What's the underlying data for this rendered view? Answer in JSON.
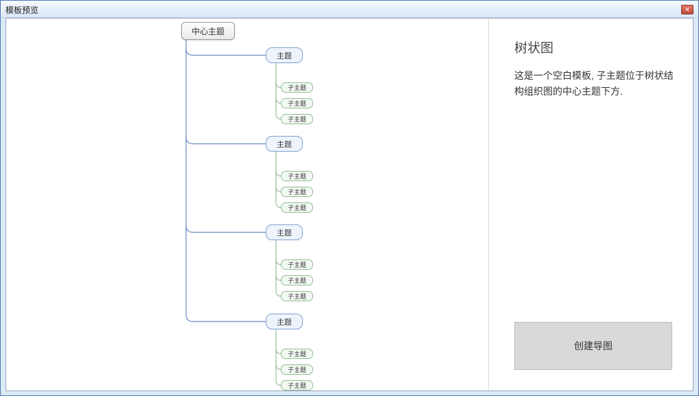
{
  "window": {
    "title": "模板预览",
    "close_icon": "✕"
  },
  "mindmap": {
    "central": {
      "label": "中心主题"
    },
    "topics": [
      {
        "label": "主题",
        "children": [
          {
            "label": "子主题"
          },
          {
            "label": "子主题"
          },
          {
            "label": "子主题"
          }
        ]
      },
      {
        "label": "主题",
        "children": [
          {
            "label": "子主题"
          },
          {
            "label": "子主题"
          },
          {
            "label": "子主题"
          }
        ]
      },
      {
        "label": "主题",
        "children": [
          {
            "label": "子主题"
          },
          {
            "label": "子主题"
          },
          {
            "label": "子主题"
          }
        ]
      },
      {
        "label": "主题",
        "children": [
          {
            "label": "子主题"
          },
          {
            "label": "子主题"
          },
          {
            "label": "子主题"
          }
        ]
      }
    ]
  },
  "panel": {
    "title": "树状图",
    "description": "这是一个空白模板, 子主题位于树状结构组织图的中心主题下方.",
    "create_button_label": "创建导图"
  },
  "colors": {
    "window_border": "#4a7ab5",
    "frame_bg": "#dce9f7",
    "close_bg": "#c0493c",
    "topic_line": "#7d9cc9",
    "subtopic_line": "#9cbf9c",
    "topic_border": "#7f9fd0",
    "topic_fill": "#eef4fb",
    "subtopic_border": "#8fbe8f",
    "subtopic_fill": "#f3faf3",
    "central_border": "#9a9a9a",
    "button_bg": "#d9d9d9",
    "button_border": "#bdbdbd"
  }
}
